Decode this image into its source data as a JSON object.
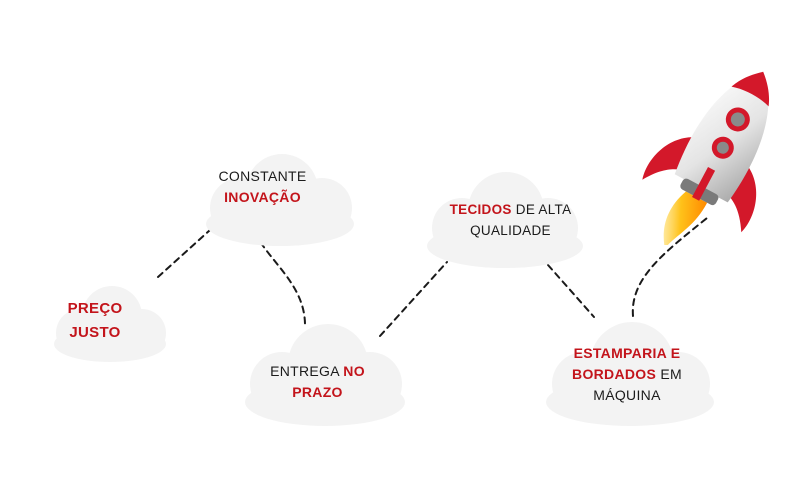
{
  "colors": {
    "accent": "#c3141b",
    "text": "#1b1b1b",
    "cloud": "#f3f3f3",
    "connector": "#1a1a1a"
  },
  "steps": [
    {
      "highlight": "PREÇO",
      "line2": "JUSTO"
    },
    {
      "line1": "CONSTANTE",
      "highlight": "INOVAÇÃO"
    },
    {
      "plain": "ENTREGA",
      "highlight": "NO",
      "line2": "PRAZO"
    },
    {
      "highlight": "TECIDOS",
      "plain": "DE ALTA",
      "line2": "QUALIDADE"
    },
    {
      "line1": "ESTAMPARIA E",
      "highlight": "BORDADOS",
      "plain": "EM",
      "line3": "MÁQUINA"
    }
  ],
  "icons": {
    "rocket": "rocket-icon"
  }
}
